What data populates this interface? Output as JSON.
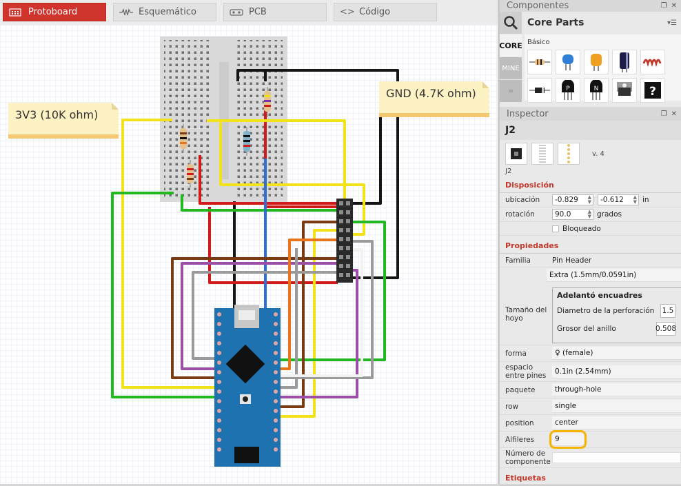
{
  "tabs": [
    {
      "label": "Protoboard",
      "icon": "breadboard-icon",
      "active": true
    },
    {
      "label": "Esquemático",
      "icon": "resistor-symbol-icon",
      "active": false
    },
    {
      "label": "PCB",
      "icon": "pcb-icon",
      "active": false
    },
    {
      "label": "Código",
      "icon": "code-brackets-icon",
      "active": false
    }
  ],
  "canvas": {
    "notes": [
      {
        "text": "3V3 (10K ohm)"
      },
      {
        "text": "GND (4.7K ohm)"
      }
    ],
    "wire_colors": {
      "red": "#d11a1a",
      "black": "#151515",
      "yellow": "#f1e21a",
      "green": "#22b822",
      "blue": "#2f6fd6",
      "brown": "#7a3a12",
      "purple": "#9b4fa6",
      "gray": "#9a9a9a",
      "orange": "#e8741c",
      "white": "#f2f2f2"
    }
  },
  "components": {
    "title": "Componentes",
    "bin_name": "Core Parts",
    "bins": [
      {
        "label": "CORE"
      },
      {
        "label": "MINE"
      }
    ],
    "category": "Básico"
  },
  "inspector": {
    "title": "Inspector",
    "part_name": "J2",
    "version": "v. 4",
    "part_label": "J2",
    "sections": {
      "placement": "Disposición",
      "properties": "Propiedades",
      "tags": "Etiquetas"
    },
    "placement": {
      "location_label": "ubicación",
      "loc_x": "-0.829",
      "loc_y": "-0.612",
      "loc_unit": "in",
      "rotation_label": "rotación",
      "rotation": "90.0",
      "rotation_unit": "grados",
      "locked_label": "Bloqueado"
    },
    "properties": {
      "family_label": "Familia",
      "family": "Pin Header",
      "extra": "Extra (1.5mm/0.0591in)",
      "hole_size_label": "Tamaño del hoyo",
      "advanced_label": "Adelantó encuadres",
      "drill_label": "Diametro de la perforación",
      "drill_value": "1.5",
      "ring_label": "Grosor del anillo",
      "ring_value": "0.508",
      "form_label": "forma",
      "form": "♀ (female)",
      "spacing_label": "espacio entre pines",
      "spacing": "0.1in (2.54mm)",
      "package_label": "paquete",
      "package": "through-hole",
      "row_label": "row",
      "row": "single",
      "position_label": "position",
      "position": "center",
      "pins_label": "Alfileres",
      "pins": "9",
      "part_number_label": "Número de componente",
      "part_number": ""
    }
  }
}
